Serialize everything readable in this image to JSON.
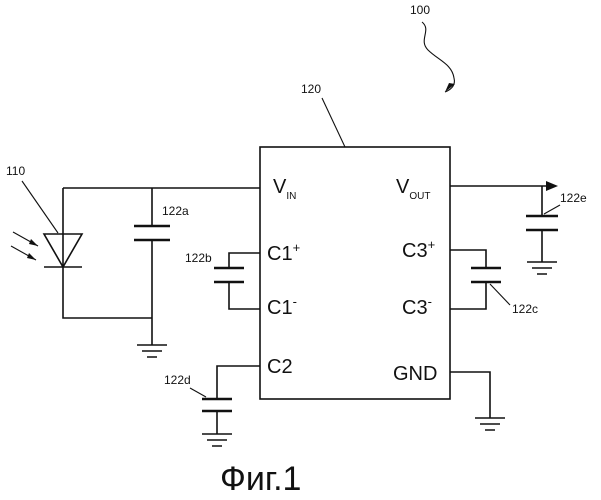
{
  "refs": {
    "system": "100",
    "chip": "120",
    "photodiode": "110",
    "cap_a": "122a",
    "cap_b": "122b",
    "cap_c": "122c",
    "cap_d": "122d",
    "cap_e": "122e"
  },
  "pins": {
    "vin_main": "V",
    "vin_sub": "IN",
    "vout_main": "V",
    "vout_sub": "OUT",
    "c1p_main": "C1",
    "c1p_sup": "+",
    "c1m_main": "C1",
    "c1m_sup": "-",
    "c2": "C2",
    "c3p_main": "C3",
    "c3p_sup": "+",
    "c3m_main": "C3",
    "c3m_sup": "-",
    "gnd": "GND"
  },
  "caption": "Фиг.1"
}
